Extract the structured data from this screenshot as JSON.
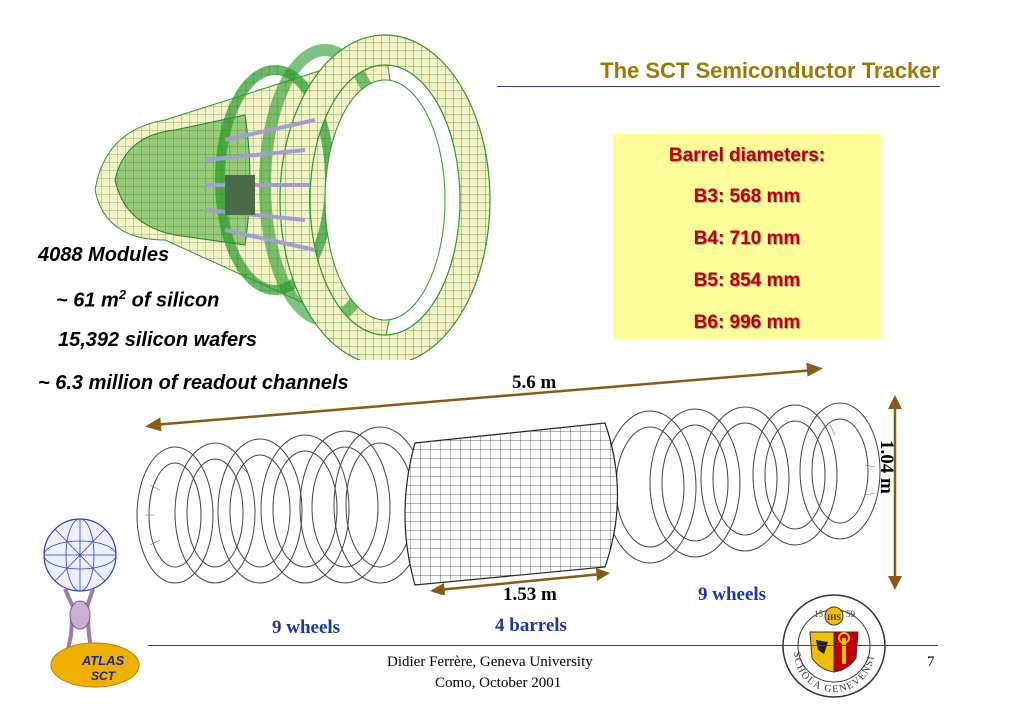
{
  "slide": {
    "title": "The SCT Semiconductor Tracker",
    "barrel_box": {
      "heading": "Barrel diameters:",
      "lines": [
        "B3: 568 mm",
        "B4: 710 mm",
        "B5: 854 mm",
        "B6: 996 mm"
      ]
    },
    "stats": {
      "modules": "4088 Modules",
      "silicon_prefix": "~ 61 m",
      "silicon_sup": "2",
      "silicon_suffix": " of silicon",
      "wafers": "15,392 silicon wafers",
      "channels": "~ 6.3 million of readout channels"
    },
    "dimensions": {
      "length": "5.6 m",
      "height": "1.04 m",
      "barrel_length": "1.53 m"
    },
    "labels": {
      "wheels_left": "9 wheels",
      "barrels": "4 barrels",
      "wheels_right": "9 wheels"
    },
    "footer": {
      "author": "Didier Ferrère, Geneva University",
      "venue": "Como, October 2001",
      "page": "7"
    },
    "logos": {
      "atlas_text_1": "ATLAS",
      "atlas_text_2": "SCT",
      "geneva_text": "SCHOLA GENEVENSIS",
      "geneva_years_1": "15",
      "geneva_years_2": "59"
    },
    "colors": {
      "title": "#a07800",
      "rule": "#2c3fa0",
      "box_fill": "#ffff99",
      "box_text": "#c00000",
      "blue_label": "#1a36b0",
      "arrow": "#8a5a14"
    }
  }
}
